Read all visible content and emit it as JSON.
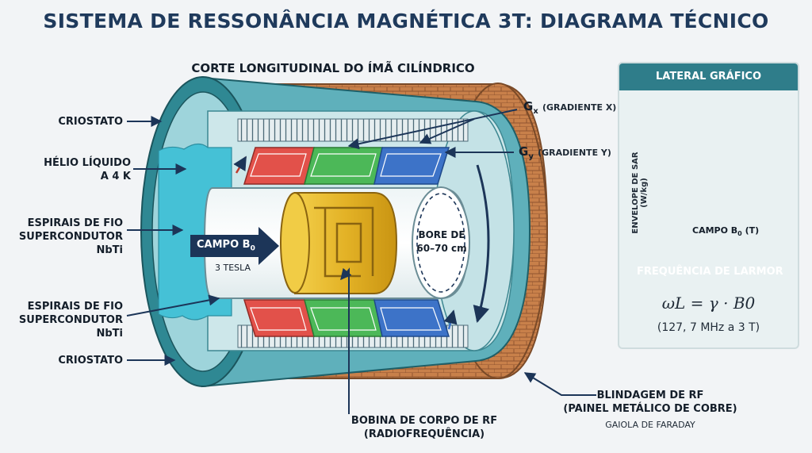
{
  "title": "SISTEMA DE RESSONÂNCIA MAGNÉTICA 3T: DIAGRAMA TÉCNICO",
  "section_title": "CORTE LONGITUDINAL DO ÍMÃ CILÍNDRICO",
  "labels": {
    "criostato_top": "CRIOSTATO",
    "helio_line1": "HÉLIO LÍQUIDO",
    "helio_line2": "A 4 K",
    "espirais1_line1": "ESPIRAIS DE FIO",
    "espirais1_line2": "SUPERCONDUTOR",
    "espirais1_line3": "NbTi",
    "espirais2_line1": "ESPIRAIS DE FIO",
    "espirais2_line2": "SUPERCONDUTOR",
    "espirais2_line3": "NbTi",
    "criostato_bottom": "CRIOSTATO",
    "gx_main": "G",
    "gx_sub": "x",
    "gx_desc": "(GRADIENTE X)",
    "gy_main": "G",
    "gy_sub": "y",
    "gy_desc": "(GRADIENTE Y)",
    "campo_main": "CAMPO B",
    "campo_sub": "0",
    "campo_value": "3 TESLA",
    "bore_line1": "BORE DE",
    "bore_line2": "60–70 cm",
    "bobina_line1": "BOBINA DE CORPO DE RF",
    "bobina_line2": "(RADIOFREQUÊNCIA)",
    "blindagem_line1": "BLINDAGEM DE RF",
    "blindagem_line2": "(PAINEL METÁLICO DE COBRE)",
    "blindagem_line3": "GAIOLA DE FARADAY"
  },
  "side_panel": {
    "header": "LATERAL GRÁFICO",
    "ylabel": "ENVELOPE DE SAR (W/kg)",
    "xlabel_main": "CAMPO B",
    "xlabel_sub": "0",
    "xlabel_unit": " (T)",
    "larmor_label": "FREQUÊNCIA DE LARMOR",
    "formula": "ωL = γ · B0",
    "formula_sub": "(127, 7 MHz a 3 T)"
  },
  "colors": {
    "title": "#1f3a5c",
    "teal_dark": "#2a7b86",
    "teal_light": "#5bb4bf",
    "helium": "#45c1d6",
    "copper": "#c8804a",
    "gold": "#e3b226",
    "coil_red": "#e2514a",
    "coil_green": "#4cb858",
    "coil_blue": "#3d73c8",
    "arrow_navy": "#1c3558"
  }
}
